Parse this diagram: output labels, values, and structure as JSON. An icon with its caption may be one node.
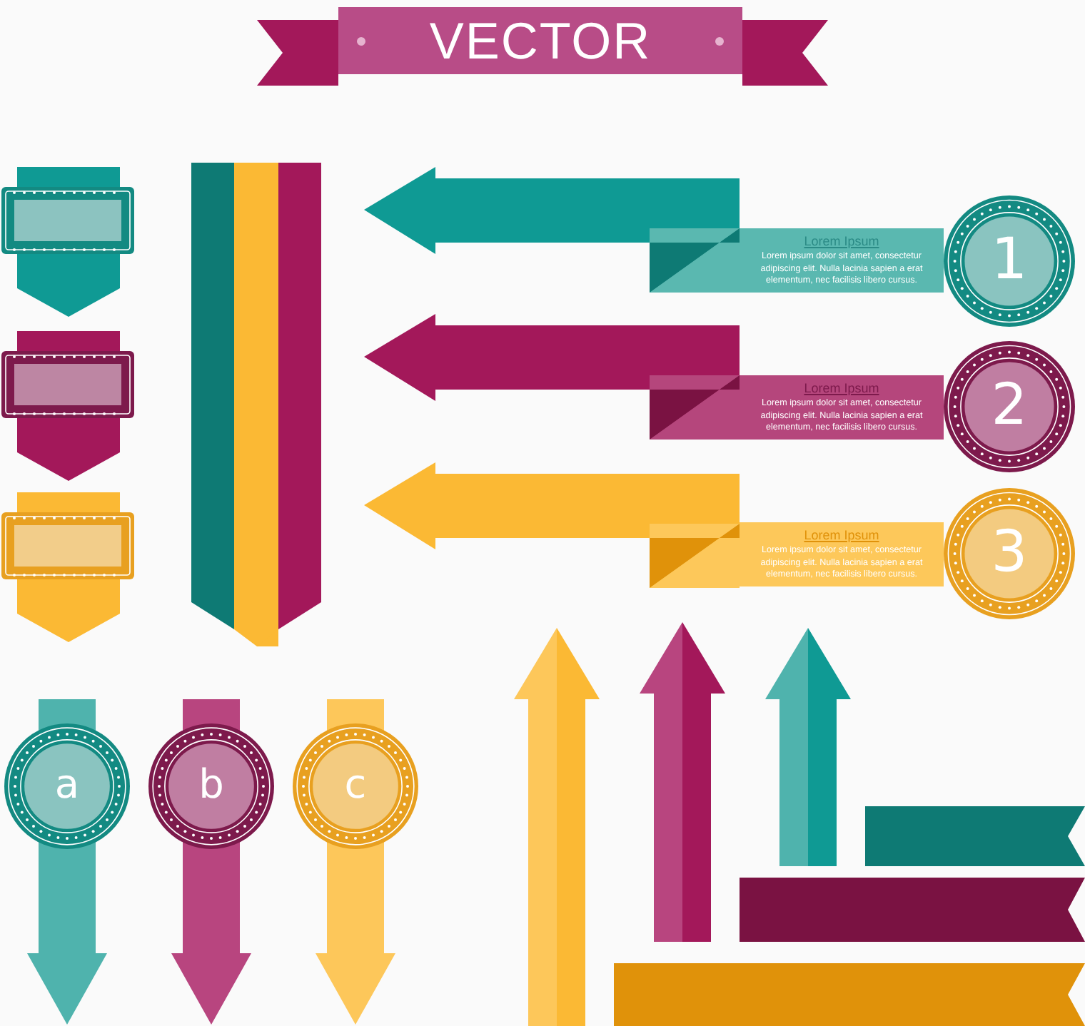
{
  "diagram": {
    "nodes": [
      {
        "text": [
          "VECTOR"
        ]
      },
      {
        "text": [
          "Lorem Ipsum",
          "Lorem ipsum dolor sit amet, consectetur adipiscing elit. Nulla lacinia sapien a erat elementum, nec facilisis libero cursus."
        ]
      },
      {
        "text": [
          "1"
        ]
      },
      {
        "text": [
          "Lorem Ipsum",
          "Lorem ipsum dolor sit amet, consectetur adipiscing elit. Nulla lacinia sapien a erat elementum, nec facilisis libero cursus."
        ]
      },
      {
        "text": [
          "2"
        ]
      },
      {
        "text": [
          "Lorem Ipsum",
          "Lorem ipsum dolor sit amet, consectetur adipiscing elit. Nulla lacinia sapien a erat elementum, nec facilisis libero cursus."
        ]
      },
      {
        "text": [
          "3"
        ]
      },
      {
        "text": [
          "a"
        ]
      },
      {
        "text": [
          "b"
        ]
      },
      {
        "text": [
          "c"
        ]
      }
    ]
  }
}
